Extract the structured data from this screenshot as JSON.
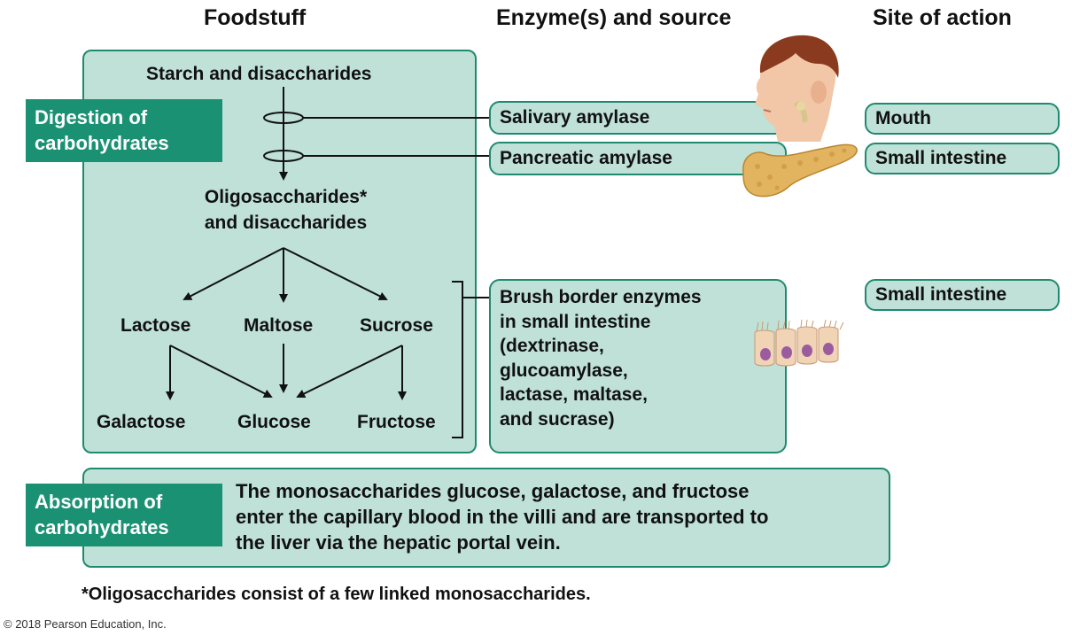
{
  "headers": {
    "foodstuff": "Foodstuff",
    "enzymes": "Enzyme(s) and source",
    "site": "Site of action"
  },
  "digestion": {
    "tag_line1": "Digestion of",
    "tag_line2": "carbohydrates",
    "starch": "Starch and disaccharides",
    "oligo_line1": "Oligosaccharides*",
    "oligo_line2": "and disaccharides",
    "lactose": "Lactose",
    "maltose": "Maltose",
    "sucrose": "Sucrose",
    "galactose": "Galactose",
    "glucose": "Glucose",
    "fructose": "Fructose"
  },
  "enzymes": {
    "salivary": "Salivary amylase",
    "pancreatic": "Pancreatic amylase",
    "brush_lines": [
      "Brush border enzymes",
      "in small intestine",
      "(dextrinase,",
      "glucoamylase,",
      "lactase, maltase,",
      "and sucrase)"
    ]
  },
  "sites": {
    "mouth": "Mouth",
    "small_intestine_1": "Small intestine",
    "small_intestine_2": "Small intestine"
  },
  "absorption": {
    "tag_line1": "Absorption of",
    "tag_line2": "carbohydrates",
    "text_lines": [
      "The monosaccharides glucose, galactose, and fructose",
      "enter the capillary blood in the villi and are transported to",
      "the liver via the hepatic portal vein."
    ]
  },
  "footnote": "*Oligosaccharides consist of a few linked monosaccharides.",
  "copyright": "© 2018 Pearson Education, Inc.",
  "colors": {
    "panel_fill": "#bfe1d7",
    "panel_border": "#1f8a70",
    "tag_fill": "#1b9174"
  },
  "icons": [
    "head-illustration",
    "pancreas-illustration",
    "intestinal-cells-illustration"
  ]
}
